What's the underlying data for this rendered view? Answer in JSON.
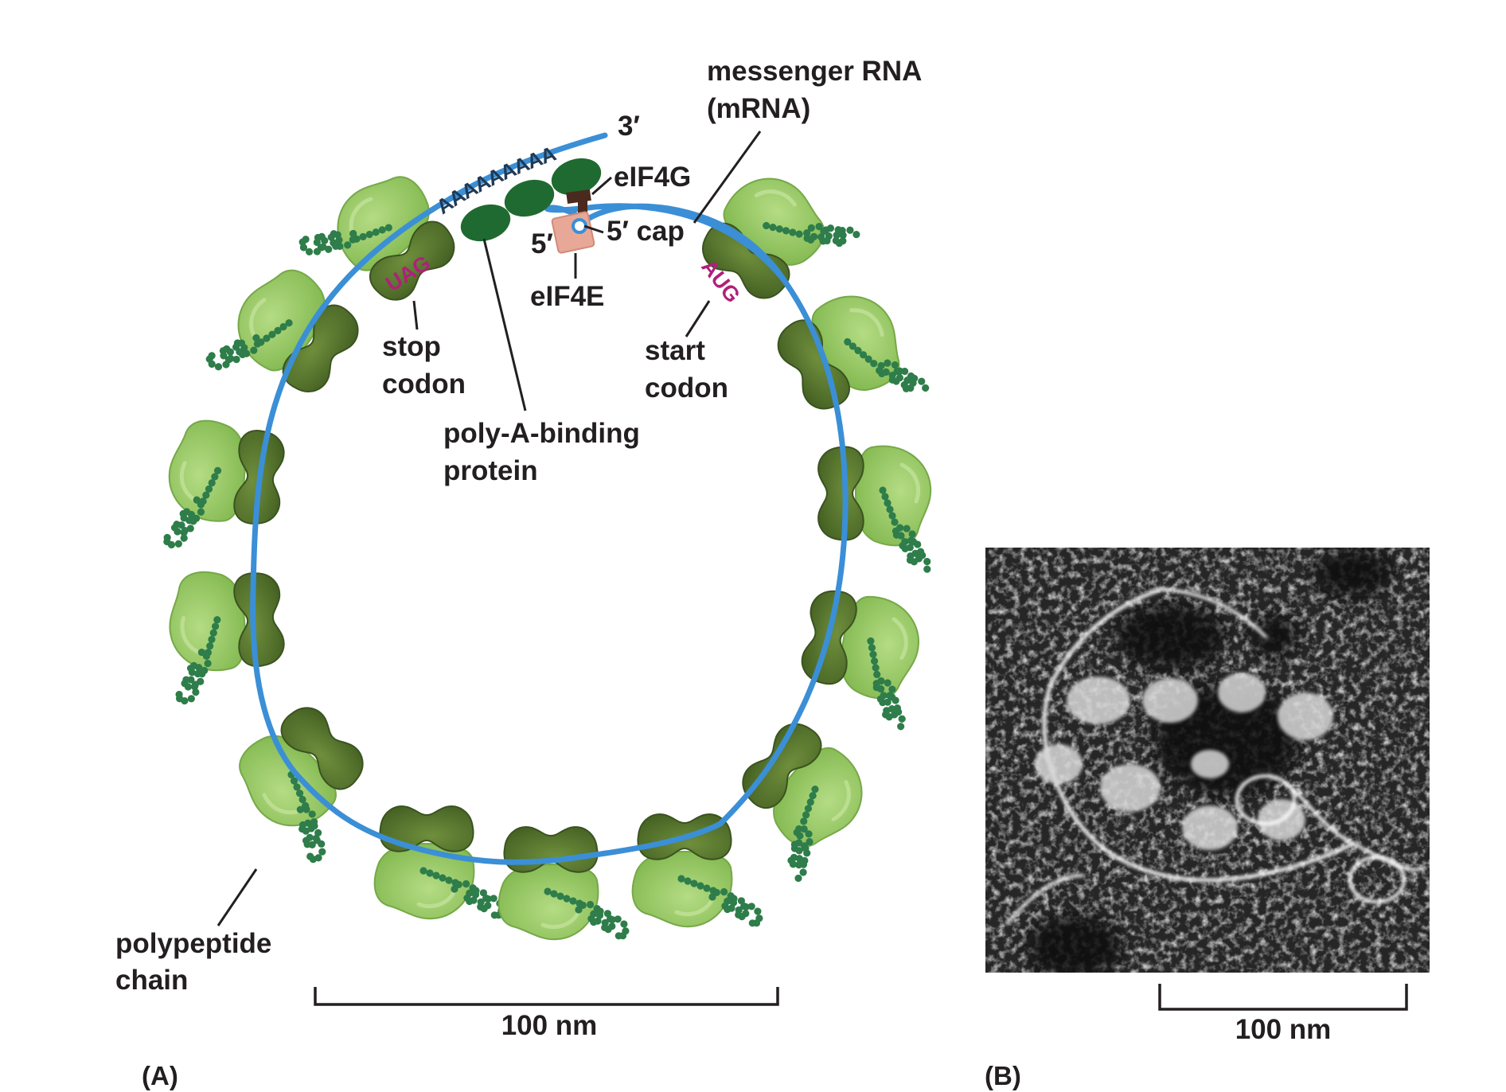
{
  "panel_a": {
    "panel_label": "(A)",
    "mrna_label_line1": "messenger RNA",
    "mrna_label_line2": "(mRNA)",
    "three_prime": "3′",
    "five_prime": "5′",
    "five_prime_cap": "5′ cap",
    "poly_a_tail": "AAAAAAAAA",
    "eif4g": "eIF4G",
    "eif4e": "eIF4E",
    "stop_codon_seq": "UAG",
    "stop_codon_line1": "stop",
    "stop_codon_line2": "codon",
    "start_codon_seq": "AUG",
    "start_codon_line1": "start",
    "start_codon_line2": "codon",
    "pabp_line1": "poly-A-binding",
    "pabp_line2": "protein",
    "polypeptide_line1": "polypeptide",
    "polypeptide_line2": "chain",
    "scale_bar": "100 nm"
  },
  "panel_b": {
    "panel_label": "(B)",
    "scale_bar": "100 nm",
    "image": "electron micrograph of a circular polyribosome"
  },
  "colors": {
    "mrna": "#3b8fd6",
    "ribosome_large": "#8dc25b",
    "ribosome_small": "#55752d",
    "pabp": "#1f6a30",
    "polypeptide": "#2e7d4a",
    "eif4e": "#e8a898",
    "eif4g": "#4a2a1e",
    "codon": "#b0207a"
  }
}
